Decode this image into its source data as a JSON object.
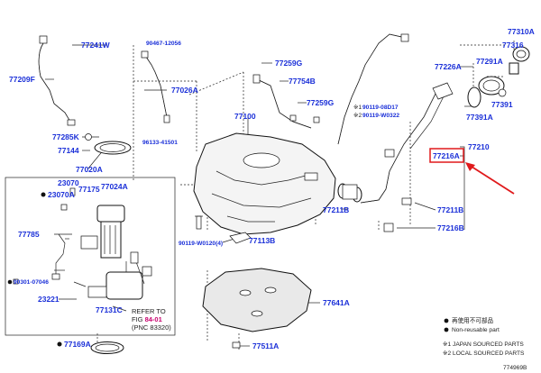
{
  "labels": {
    "p77241W": "77241W",
    "p90467": "90467-12056",
    "p77209F": "77209F",
    "p77026A": "77026A",
    "p77285K": "77285K",
    "p96133": "96133-41501",
    "p77144": "77144",
    "p77020A": "77020A",
    "p23070": "23070",
    "p23070A": "23070A",
    "p77175": "77175",
    "p77024A": "77024A",
    "p77785": "77785",
    "p90301": "90301-07046",
    "p23221": "23221",
    "p77131C": "77131C",
    "p77169A": "77169A",
    "p77259G_top": "77259G",
    "p77754B": "77754B",
    "p77259G": "77259G",
    "p77100": "77100",
    "p90119_0120": "90119-W0120",
    "p90119_0120_qty": "(4)",
    "p77113B": "77113B",
    "p77641A": "77641A",
    "p77511A": "77511A",
    "p77310A": "77310A",
    "p77316": "77316",
    "p77226A": "77226A",
    "p77291A": "77291A",
    "p77391": "77391",
    "p77391A": "77391A",
    "p90119_08D17": "90119-08D17",
    "p90119_W0322": "90119-W0322",
    "p77210": "77210",
    "p77216A": "77216A",
    "p77211B_left": "77211B",
    "p77211B": "77211B",
    "p77216B": "77216B"
  },
  "marks": {
    "jp_mark": "※1",
    "local_mark": "※2"
  },
  "reference": {
    "line1": "REFER TO",
    "line2_prefix": "FIG ",
    "fig_number": "84-01",
    "line3": "(PNC 83320)"
  },
  "legend": {
    "not_reusable_jp": "再使用不可部品",
    "not_reusable_en": "Non-reusable part",
    "japan_sourced": "※1 JAPAN SOURCED PARTS",
    "local_sourced": "※2 LOCAL SOURCED PARTS"
  },
  "diagram_id": "774969B",
  "colors": {
    "part_number": "#1a2fd8",
    "reference_link": "#c8006e",
    "highlight": "#e0191b"
  },
  "highlighted_part": "77216A"
}
